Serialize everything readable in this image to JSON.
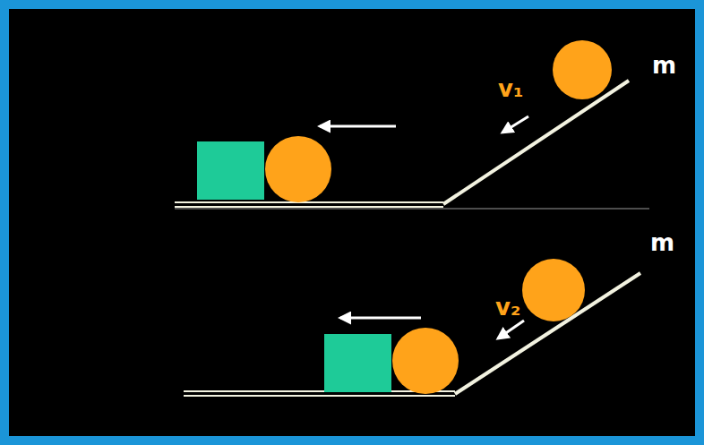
{
  "diagram": {
    "labels": [
      "m",
      "v₁",
      "m",
      "v₂"
    ]
  }
}
